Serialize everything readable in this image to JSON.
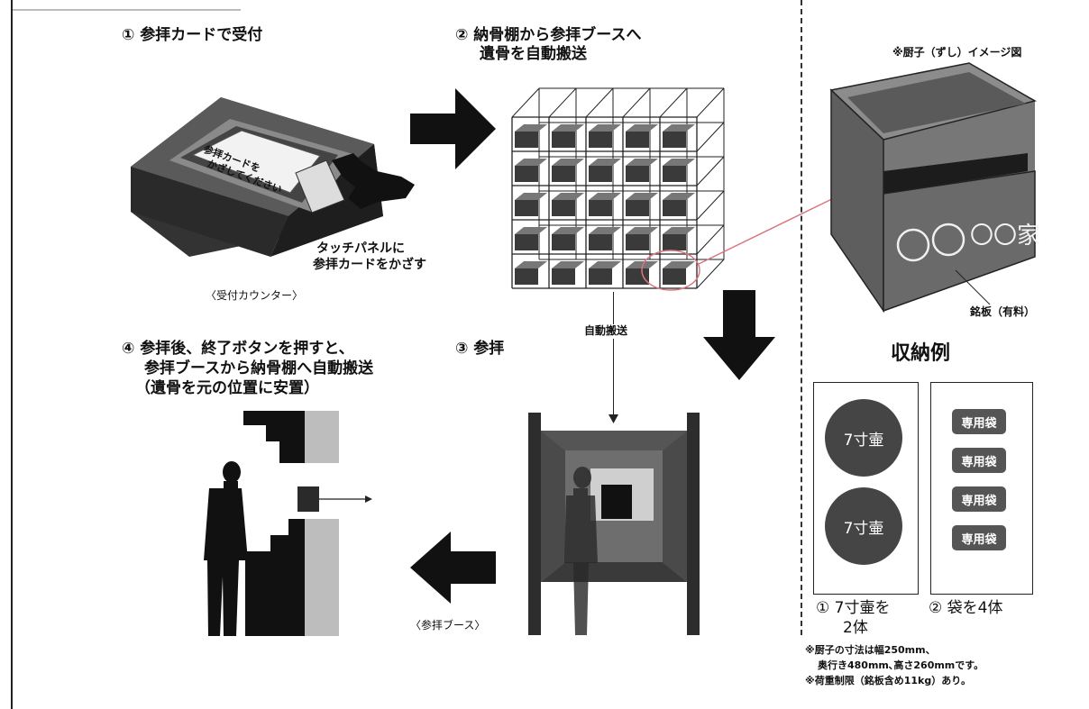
{
  "steps": {
    "step1": "① 参拝カードで受付",
    "step2_line1": "② 納骨棚から参拝ブースへ",
    "step2_line2": "遺骨を自動搬送",
    "step3": "③ 参拝",
    "step4_line1": "④ 参拝後、終了ボタンを押すと、",
    "step4_line2": "参拝ブースから納骨棚へ自動搬送",
    "step4_line3": "（遺骨を元の位置に安置）"
  },
  "labels": {
    "counter_screen_line1": "参拝カードを",
    "counter_screen_line2": "かざしてください",
    "touch_line1": "タッチパネルに",
    "touch_line2": "参拝カードをかざす",
    "counter_caption": "〈受付カウンター〉",
    "auto_transport": "自動搬送",
    "booth_caption": "〈参拝ブース〉",
    "zushi_title": "※厨子（ずし）イメージ図",
    "nameplate_text": "〇〇家",
    "nameplate_label": "銘板（有料）",
    "storage_title": "収納例",
    "urn_label_1": "7寸壷",
    "urn_label_2": "7寸壷",
    "bag_labels": [
      "専用袋",
      "専用袋",
      "専用袋",
      "専用袋"
    ],
    "example1_line1": "① 7寸壷を",
    "example1_line2": "2体",
    "example2": "② 袋を4体",
    "note_line1": "※厨子の寸法は幅250mm、",
    "note_line2": "奥行き480mm､高さ260mmです。",
    "note_line3": "※荷重制限（銘板含め11kg）あり。"
  },
  "colors": {
    "dark": "#1a1a1a",
    "mid": "#555555",
    "light": "#bdbdbd",
    "highlight": "#d9767e"
  }
}
